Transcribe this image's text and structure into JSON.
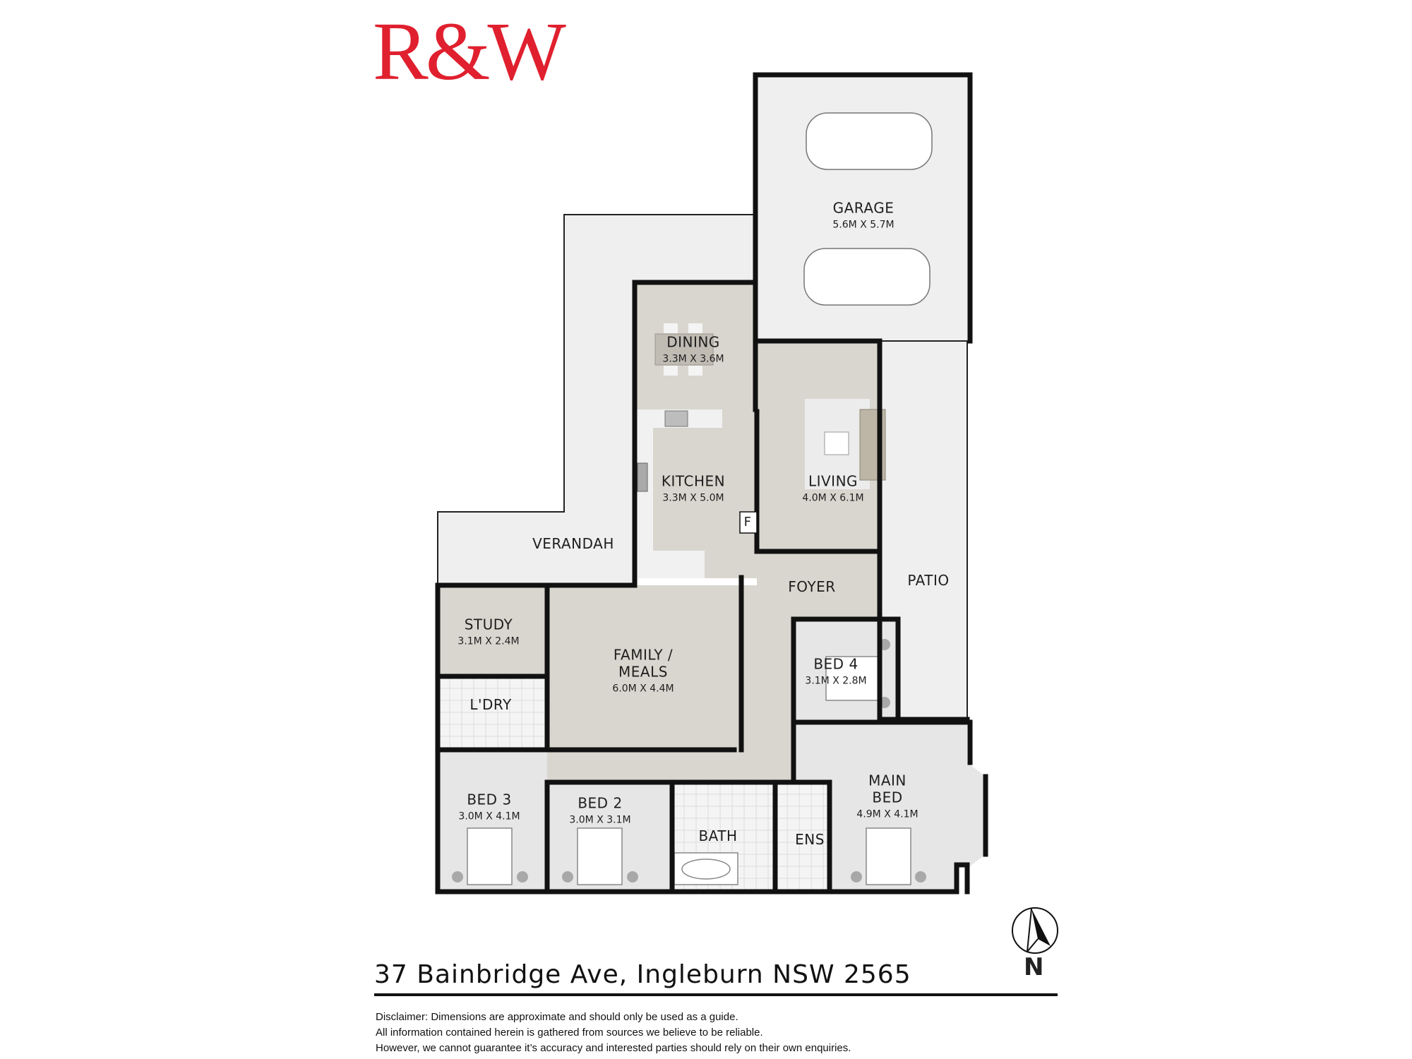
{
  "brand": {
    "logo_text": "R&W",
    "color": "#e0202e"
  },
  "floorplan": {
    "colors": {
      "interior": "#d9d6cf",
      "bedroom": "#e6e6e7",
      "outdoor": "#efeff0",
      "wall": "#111111",
      "wet_area": "#f4f4f4"
    },
    "rooms": [
      {
        "id": "garage",
        "name": "GARAGE",
        "dims": "5.6M X 5.7M"
      },
      {
        "id": "dining",
        "name": "DINING",
        "dims": "3.3M X 3.6M"
      },
      {
        "id": "kitchen",
        "name": "KITCHEN",
        "dims": "3.3M X 5.0M"
      },
      {
        "id": "living",
        "name": "LIVING",
        "dims": "4.0M X 6.1M"
      },
      {
        "id": "verandah",
        "name": "VERANDAH",
        "dims": ""
      },
      {
        "id": "foyer",
        "name": "FOYER",
        "dims": ""
      },
      {
        "id": "patio",
        "name": "PATIO",
        "dims": ""
      },
      {
        "id": "study",
        "name": "STUDY",
        "dims": "3.1M X 2.4M"
      },
      {
        "id": "family",
        "name": "FAMILY / MEALS",
        "name_line1": "FAMILY /",
        "name_line2": "MEALS",
        "dims": "6.0M X 4.4M"
      },
      {
        "id": "bed4",
        "name": "BED 4",
        "dims": "3.1M X 2.8M"
      },
      {
        "id": "laundry",
        "name": "L'DRY",
        "dims": ""
      },
      {
        "id": "bed3",
        "name": "BED 3",
        "dims": "3.0M X 4.1M"
      },
      {
        "id": "bed2",
        "name": "BED 2",
        "dims": "3.0M X 3.1M"
      },
      {
        "id": "bath",
        "name": "BATH",
        "dims": ""
      },
      {
        "id": "ens",
        "name": "ENS",
        "dims": ""
      },
      {
        "id": "main_bed",
        "name": "MAIN BED",
        "name_line1": "MAIN",
        "name_line2": "BED",
        "dims": "4.9M X 4.1M"
      }
    ],
    "fridge_label": "F"
  },
  "compass": {
    "label": "N"
  },
  "address": "37 Bainbridge Ave, Ingleburn NSW 2565",
  "disclaimer": [
    "Disclaimer: Dimensions are approximate and should only be used as a guide.",
    "All information contained herein is gathered from sources we believe to be reliable.",
    "However, we cannot guarantee it’s accuracy and interested parties should rely on their own enquiries."
  ]
}
